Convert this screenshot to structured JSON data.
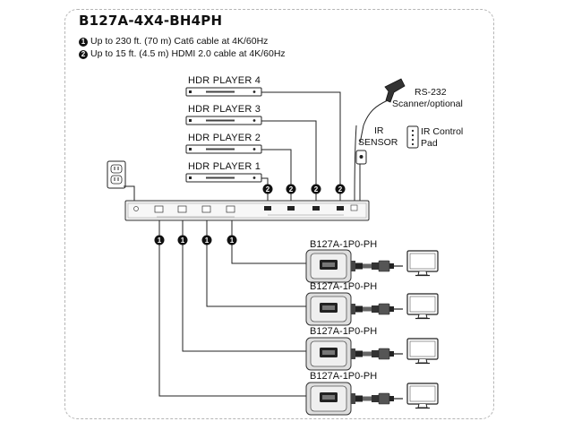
{
  "diagram": {
    "title": "B127A-4X4-BH4PH",
    "notes": [
      {
        "badge": "1",
        "text": "Up to 230 ft. (70 m) Cat6 cable at 4K/60Hz"
      },
      {
        "badge": "2",
        "text": "Up to 15 ft. (4.5 m) HDMI 2.0 cable at 4K/60Hz"
      }
    ],
    "players": [
      "HDR PLAYER 4",
      "HDR PLAYER 3",
      "HDR PLAYER 2",
      "HDR PLAYER 1"
    ],
    "rs232": {
      "line1": "RS-232",
      "line2": "Scanner/optional"
    },
    "ir_sensor": {
      "line1": "IR",
      "line2": "SENSOR"
    },
    "ir_pad": {
      "line1": "IR Control",
      "line2": "Pad"
    },
    "receivers": [
      "B127A-1P0-PH",
      "B127A-1P0-PH",
      "B127A-1P0-PH",
      "B127A-1P0-PH"
    ],
    "hdmi_badge": "2",
    "cat6_badge": "1",
    "colors": {
      "line": "#222222",
      "device": "#ececec",
      "device_stroke": "#333333"
    }
  }
}
